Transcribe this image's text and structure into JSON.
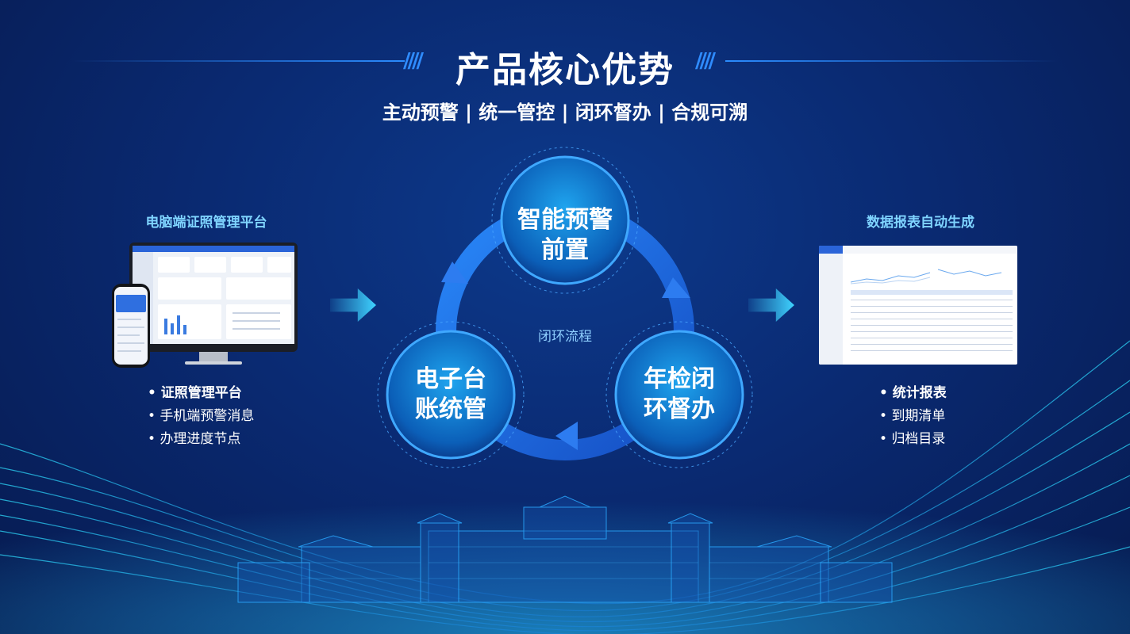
{
  "header": {
    "title": "产品核心优势",
    "subtitle": "主动预警 | 统一管控 | 闭环督办 | 合规可溯"
  },
  "left_panel": {
    "title": "电脑端证照管理平台",
    "bullets": [
      "证照管理平台",
      "手机端预警消息",
      "办理进度节点"
    ]
  },
  "cycle": {
    "center_label": "闭环流程",
    "nodes": [
      {
        "line1": "智能预警",
        "line2": "前置"
      },
      {
        "line1": "电子台",
        "line2": "账统管"
      },
      {
        "line1": "年检闭",
        "line2": "环督办"
      }
    ]
  },
  "right_panel": {
    "title": "数据报表自动生成",
    "bullets": [
      "统计报表",
      "到期清单",
      "归档目录"
    ]
  },
  "colors": {
    "background": "#0a2a72",
    "accent": "#3fd3ff",
    "node": "#1486d8",
    "ring": "#1f6fe0"
  }
}
